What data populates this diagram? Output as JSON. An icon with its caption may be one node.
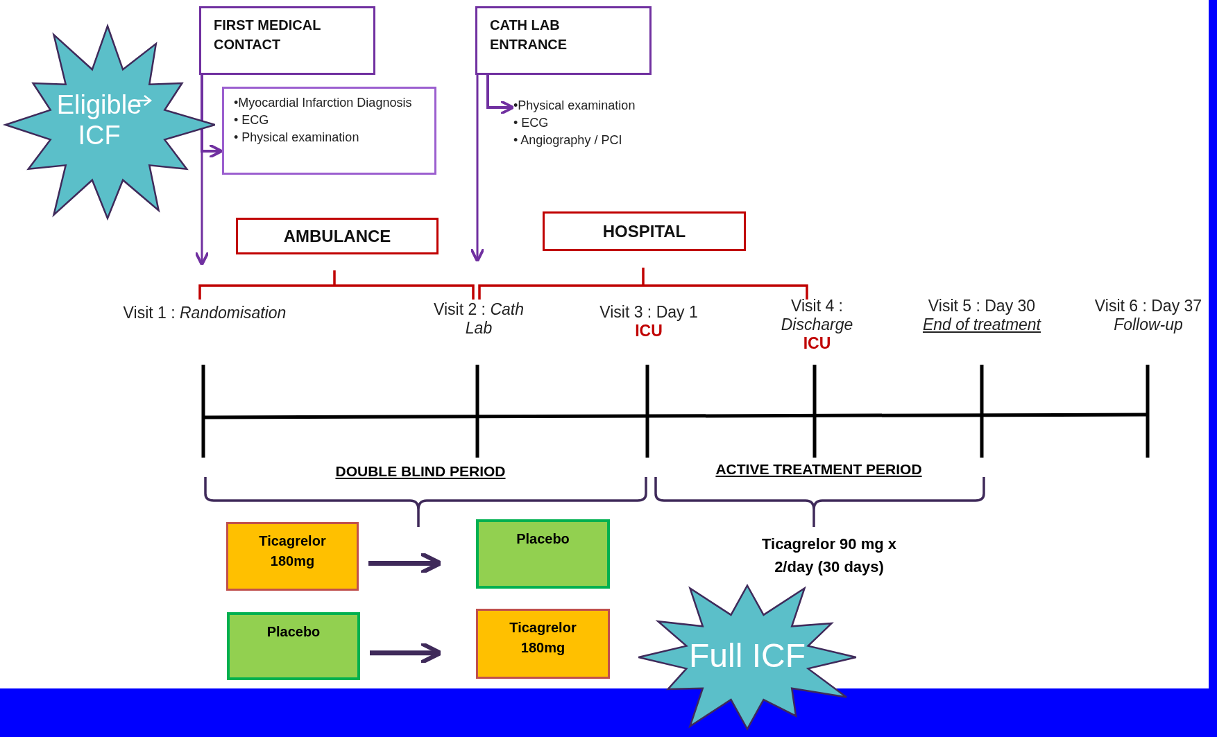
{
  "diagram": {
    "nodes": [
      {
        "text": [
          "Eligible ICF"
        ]
      },
      {
        "text": [
          "FIRST MEDICAL CONTACT"
        ]
      },
      {
        "text": [
          "•Myocardial Infarction Diagnosis",
          "• ECG",
          "• Physical examination"
        ]
      },
      {
        "text": [
          "CATH LAB ENTRANCE"
        ]
      },
      {
        "text": [
          "•Physical examination",
          "• ECG",
          "• Angiography / PCI"
        ]
      },
      {
        "text": [
          "AMBULANCE"
        ]
      },
      {
        "text": [
          "HOSPITAL"
        ]
      },
      {
        "text": [
          "Visit 1 : *Randomisation*"
        ]
      },
      {
        "text": [
          "Visit 2 : *Cath Lab*"
        ]
      },
      {
        "text": [
          "Visit 3 : Day 1",
          "ICU"
        ]
      },
      {
        "text": [
          "Visit 4 : *Discharge*",
          "ICU"
        ]
      },
      {
        "text": [
          "Visit 5 : Day 30",
          "End of treatment"
        ]
      },
      {
        "text": [
          "Visit 6 : Day 37",
          "Follow-up"
        ]
      },
      {
        "text": [
          "Ticagrelor 180mg"
        ]
      },
      {
        "text": [
          "Placebo"
        ]
      },
      {
        "text": [
          "Placebo"
        ]
      },
      {
        "text": [
          "Ticagrelor 180mg"
        ]
      },
      {
        "text": [
          "Full ICF"
        ]
      }
    ],
    "edges": [
      {
        "from": 1,
        "to": 2,
        "arrow": "to"
      },
      {
        "from": 1,
        "to": 7,
        "arrow": "to"
      },
      {
        "from": 3,
        "to": 4,
        "arrow": "to"
      },
      {
        "from": 3,
        "to": 8,
        "arrow": "to"
      },
      {
        "from": 13,
        "to": 14,
        "arrow": "to"
      },
      {
        "from": 15,
        "to": 16,
        "arrow": "to"
      }
    ],
    "labels": [
      "DOUBLE BLIND PERIOD",
      "ACTIVE TREATMENT PERIOD",
      "Ticagrelor 90 mg x 2/day (30 days)"
    ]
  }
}
